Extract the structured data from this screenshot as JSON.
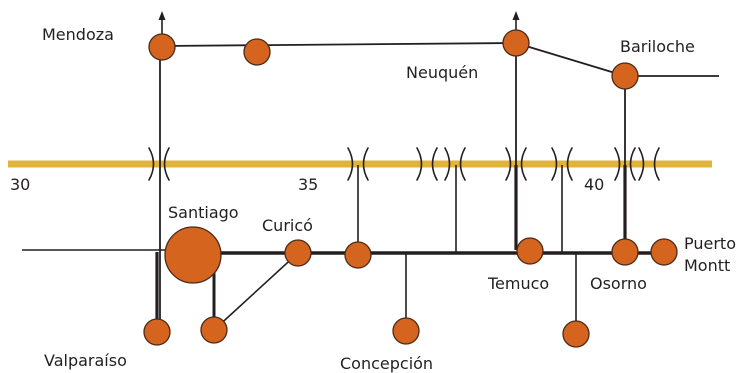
{
  "latitude_band": {
    "color": "#e2b33a",
    "ticks": [
      "30",
      "35",
      "40"
    ]
  },
  "node_color": "#d4641e",
  "cities": {
    "mendoza": "Mendoza",
    "neuquen": "Neuquén",
    "bariloche": "Bariloche",
    "santiago": "Santiago",
    "curico": "Curicó",
    "valparaiso": "Valparaíso",
    "concepcion": "Concepción",
    "temuco": "Temuco",
    "osorno": "Osorno",
    "puerto_montt": [
      "Puerto",
      "Montt"
    ]
  }
}
